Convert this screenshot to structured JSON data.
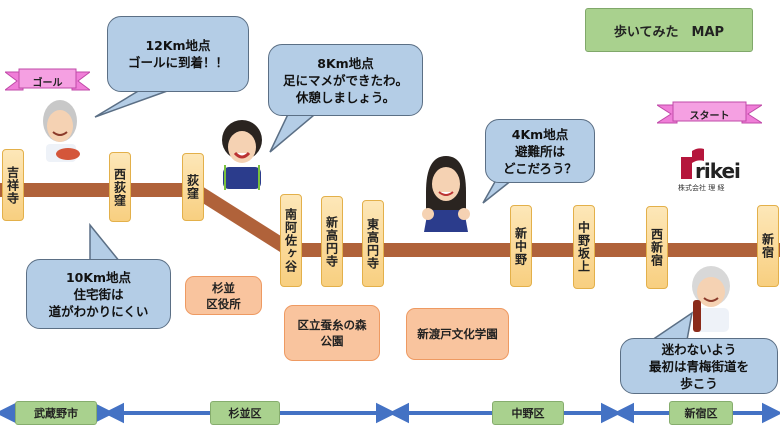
{
  "title": "歩いてみた　MAP",
  "ribbons": {
    "goal": "ゴール",
    "start": "スタート"
  },
  "logo": {
    "text": "rikei",
    "subtitle": "株式会社 理 経"
  },
  "stations": [
    {
      "name": "吉祥寺"
    },
    {
      "name": "西荻窪"
    },
    {
      "name": "荻窪"
    },
    {
      "name": "南阿佐ヶ谷"
    },
    {
      "name": "新高円寺"
    },
    {
      "name": "東高円寺"
    },
    {
      "name": "新中野"
    },
    {
      "name": "中野坂上"
    },
    {
      "name": "西新宿"
    },
    {
      "name": "新宿"
    }
  ],
  "bubbles": {
    "km12": "12Km地点\nゴールに到着！！",
    "km8": "8Km地点\n足にマメができたわ。\n休憩しましょう。",
    "km4": "4Km地点\n避難所は\nどこだろう？",
    "km10": "10Km地点\n住宅街は\n道がわかりにくい",
    "start": "迷わないよう\n最初は青梅街道を\n歩こう"
  },
  "landmarks": {
    "suginami_office": "杉並\n区役所",
    "silk_forest": "区立蚕糸の森\n公園",
    "nitobe": "新渡戸文化学園"
  },
  "wards": [
    "武蔵野市",
    "杉並区",
    "中野区",
    "新宿区"
  ],
  "colors": {
    "route": "#b0623a",
    "station_fill": "#fbd994",
    "bubble_fill": "#b4cde6",
    "landmark_fill": "#f9c49e",
    "ward_fill": "#a9d18e",
    "ribbon_fill": "#f07ed8",
    "arrow": "#4472c4",
    "logo_red": "#b5163c"
  }
}
